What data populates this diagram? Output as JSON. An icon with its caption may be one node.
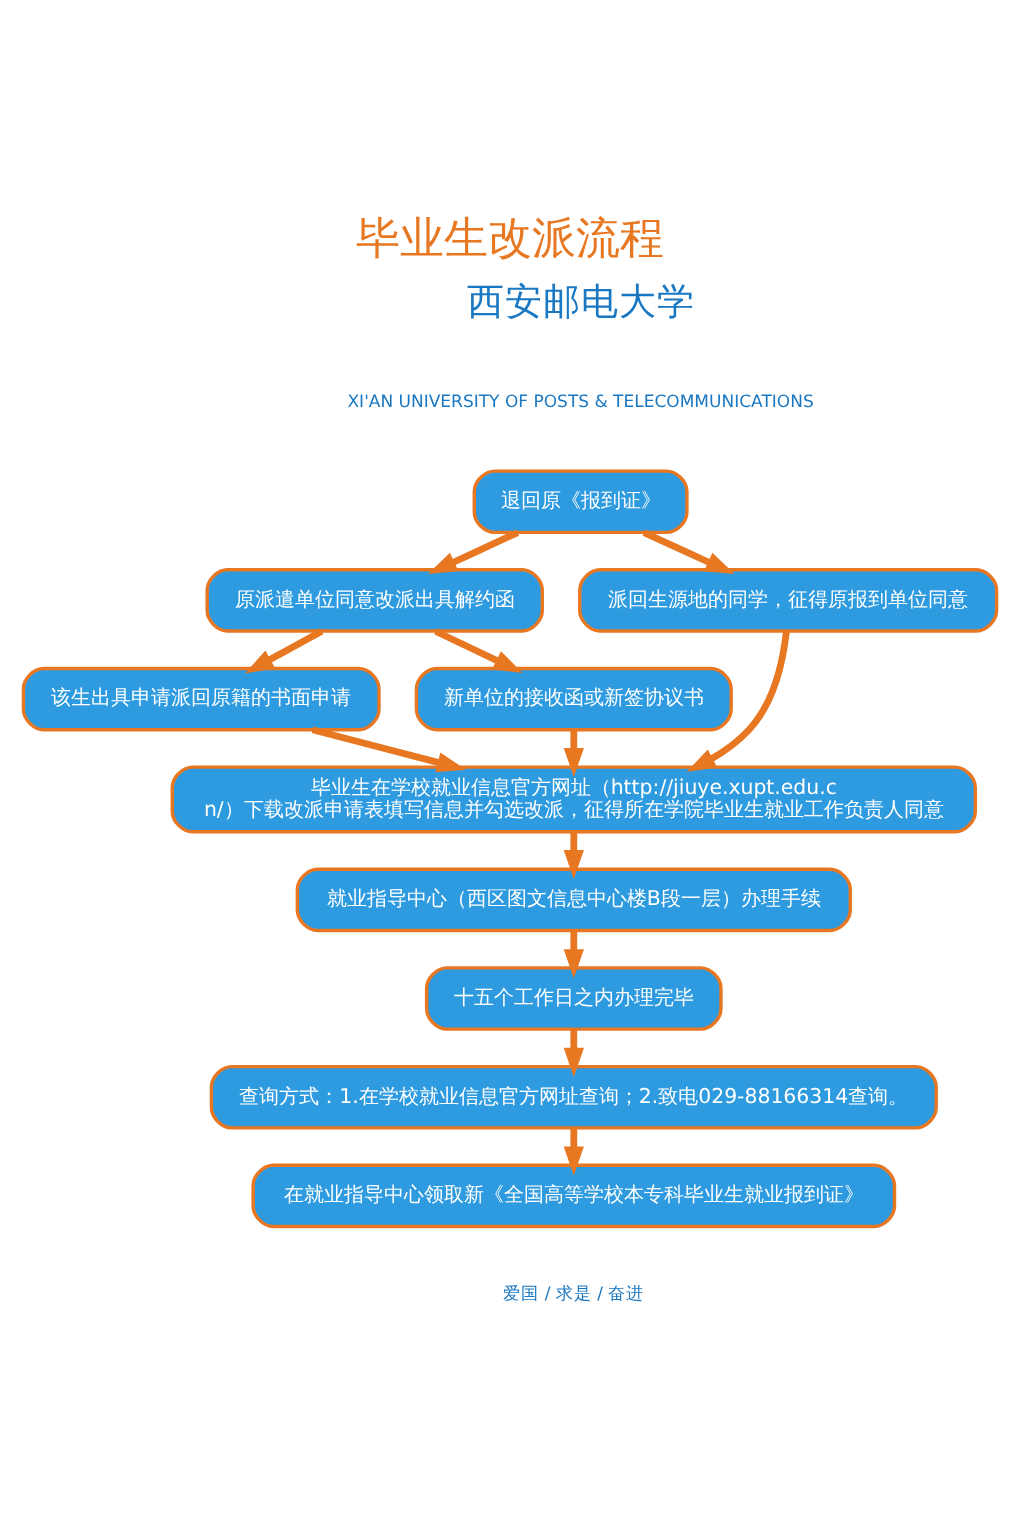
{
  "diagram": {
    "title": "毕业生改派流程",
    "nodes": [
      {
        "text": [
          "退回原《报到证》"
        ]
      },
      {
        "text": [
          "原派遣单位同意改派出具解约函"
        ]
      },
      {
        "text": [
          "派回生源地的同学，征得原报到单位同意"
        ]
      },
      {
        "text": [
          "该生出具申请派回原籍的书面申请"
        ]
      },
      {
        "text": [
          "新单位的接收函或新签协议书"
        ]
      },
      {
        "text": [
          "毕业生在学校就业信息官方网址（http://jiuye.xupt.edu.cn/）下载改派申请表填写信息并勾选改派，征得所在学院毕业生就业工作负责人同意"
        ]
      },
      {
        "text": [
          "就业指导中心（西区图文信息中心楼B段一层）办理手续"
        ]
      },
      {
        "text": [
          "十五个工作日之内办理完毕"
        ]
      },
      {
        "text": [
          "查询方式：1.在学校就业信息官方网址查询；2.致电029-88166314查询。"
        ]
      },
      {
        "text": [
          "在就业指导中心领取新《全国高等学校本专科毕业生就业报到证》"
        ]
      }
    ],
    "edges": [
      {
        "from": 0,
        "to": 1,
        "arrow": "to"
      },
      {
        "from": 0,
        "to": 2,
        "arrow": "to"
      },
      {
        "from": 1,
        "to": 3,
        "arrow": "to"
      },
      {
        "from": 1,
        "to": 4,
        "arrow": "to"
      },
      {
        "from": 3,
        "to": 5,
        "arrow": "to"
      },
      {
        "from": 2,
        "to": 5,
        "arrow": "to"
      },
      {
        "from": 4,
        "to": 5,
        "arrow": "to"
      },
      {
        "from": 5,
        "to": 6,
        "arrow": "to"
      },
      {
        "from": 6,
        "to": 7,
        "arrow": "to"
      },
      {
        "from": 7,
        "to": 8,
        "arrow": "to"
      },
      {
        "from": 8,
        "to": 9,
        "arrow": "to"
      }
    ],
    "labels": [
      "西安邮电大学",
      "XI'AN UNIVERSITY OF POSTS & TELECOMMUNICATIONS",
      "爱国 / 求是 / 奋进"
    ]
  }
}
